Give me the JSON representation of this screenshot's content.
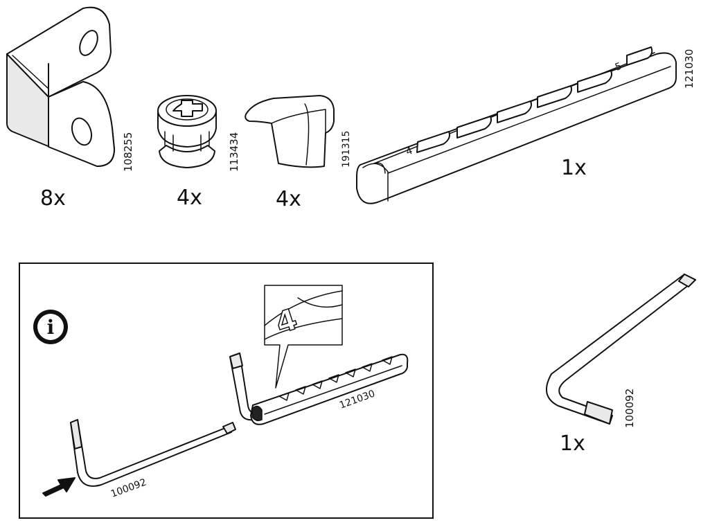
{
  "parts": [
    {
      "id": "bracket",
      "part_number": "108255",
      "quantity": "8x"
    },
    {
      "id": "cam_lock",
      "part_number": "113434",
      "quantity": "4x"
    },
    {
      "id": "cap",
      "part_number": "191315",
      "quantity": "4x"
    },
    {
      "id": "rail",
      "part_number": "121030",
      "quantity": "1x",
      "slot_marks": [
        "4",
        "5"
      ]
    },
    {
      "id": "allen_key",
      "part_number": "100092",
      "quantity": "1x"
    }
  ],
  "info_panel": {
    "info_symbol": "i",
    "key_part_number": "100092",
    "rail_part_number": "121030",
    "zoom_mark": "4"
  }
}
